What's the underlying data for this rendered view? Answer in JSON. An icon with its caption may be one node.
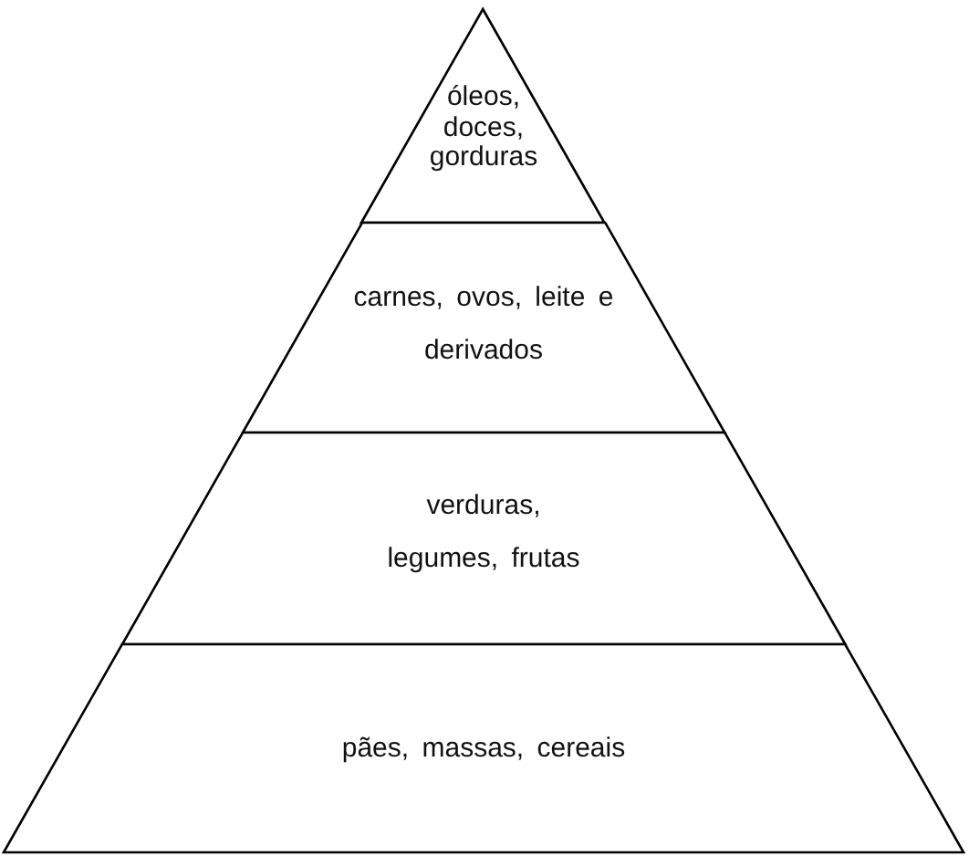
{
  "diagram": {
    "nodes": [
      {
        "text": [
          "óleos, doces, gorduras"
        ]
      },
      {
        "text": [
          "carnes, ovos, leite e derivados"
        ]
      },
      {
        "text": [
          "verduras, legumes, frutas"
        ]
      },
      {
        "text": [
          "pães, massas, cereais"
        ]
      }
    ],
    "edges": []
  }
}
